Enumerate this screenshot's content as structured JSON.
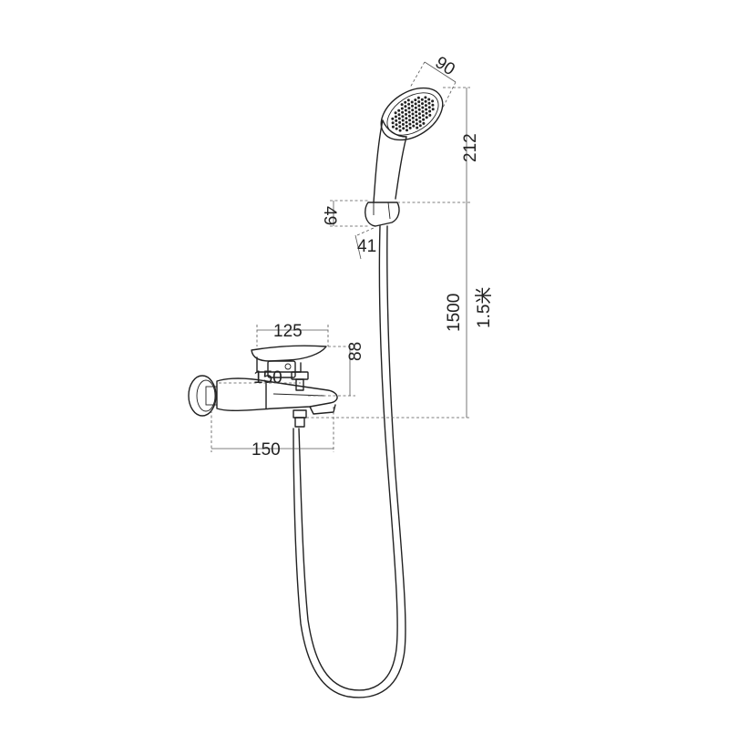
{
  "dimensions": {
    "head_width": "90",
    "handset_length": "212",
    "holder_height": "49",
    "holder_depth": "41",
    "hose_height": "1500",
    "hose_length": "1.5米",
    "faucet_width": "125",
    "faucet_height": "88",
    "inlet_spacing_upper": "150",
    "inlet_spacing_lower": "150"
  }
}
